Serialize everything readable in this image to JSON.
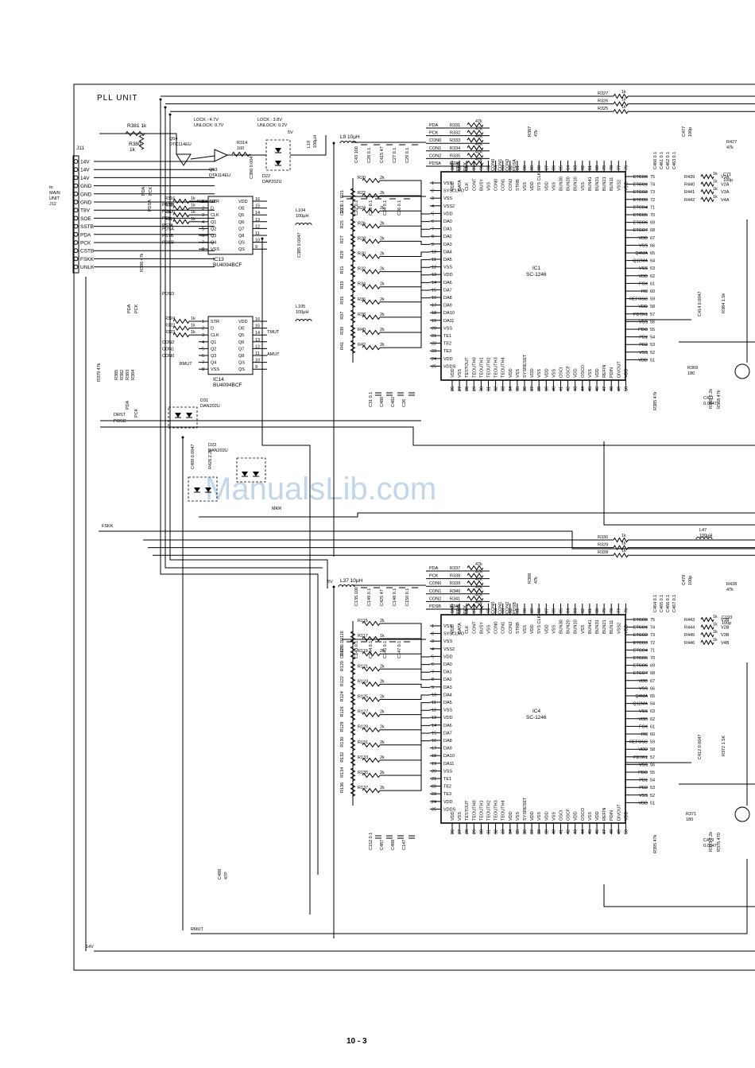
{
  "title": "PLL UNIT",
  "page_number": "10 - 3",
  "watermark": "ManualsLib.com",
  "connector": {
    "ref": "J11",
    "note": [
      "to",
      "MAIN",
      "UNIT",
      "J12"
    ],
    "pins": [
      "14V",
      "14V",
      "14V",
      "GND",
      "GND",
      "GND",
      "T8V",
      "SOE",
      "SSTB",
      "PDA",
      "PCK",
      "CSTB",
      "FSKK",
      "UNLK"
    ]
  },
  "top_resistors": [
    {
      "ref": "R327",
      "val": "1k"
    },
    {
      "ref": "R326",
      "val": "1k"
    },
    {
      "ref": "R325",
      "val": "1k"
    }
  ],
  "bottom_resistors": [
    {
      "ref": "R330",
      "val": "1k"
    },
    {
      "ref": "R329",
      "val": "1k"
    },
    {
      "ref": "R328",
      "val": "1k"
    }
  ],
  "lock_labels": {
    "q54": [
      "LOCK : 4.7V",
      "UNLOCK: 0.7V"
    ],
    "d22": [
      "LOCK : 3.8V",
      "UNLOCK: 0.2V",
      "5V"
    ]
  },
  "transistors": [
    {
      "ref": "Q54",
      "part": "DTC114EU"
    },
    {
      "ref": "Q53",
      "part": "DTA114EU"
    }
  ],
  "misc_parts": {
    "r381": "R381 1k",
    "r380": "R380",
    "r380v": "1k",
    "r314": "R314",
    "r314v": "100",
    "c386": "C386 0.0047",
    "d22": "D22",
    "d22p": "DAP202U",
    "l19": "L19",
    "l19v": "100µH",
    "l9": "L9 10µH",
    "r387": "R387",
    "r387v": "47k",
    "c477": "C477",
    "c477v": "100p",
    "r427": "R427",
    "r427v": "47k",
    "c71": "C71",
    "c71v": "100p",
    "l104": "L104",
    "l104v": "100µH",
    "l105": "L105",
    "l105v": "100µH",
    "c385": "C385 0.0047",
    "d31": "D31",
    "d31p": "DAN202U",
    "d23": "D23",
    "d23p": "DAN202U",
    "c489": "C489 0.0047",
    "r426": "R426 2.2k",
    "l47": "L47",
    "l47v": "100µH",
    "r388": "R388",
    "r388v": "47k",
    "c479": "C479",
    "c479v": "100p",
    "r428": "R428",
    "r428v": "47k",
    "l37": "L37 10µH",
    "c193": "C193",
    "c193v": "100p",
    "c498": "C498",
    "c498v": "47P",
    "r386": "R386 47k",
    "r379": "R379 47k",
    "r369": "R369 180",
    "c411": "C411 0.0047",
    "r371": "R371 180",
    "c419": "C419 0.0047",
    "r318": "R318 47k",
    "five_v": "5V"
  },
  "nets": {
    "pdsd": "PDSD",
    "pdsa": "PDSA",
    "pda": "PDA",
    "pck": "PCK",
    "bmut": "BMUT",
    "amut": "AMUT",
    "tmut": "TMUT",
    "rmut": "RMUT",
    "drst": "DRST",
    "posc": "POSC",
    "mkr": "MKR",
    "fskk": "FSKK",
    "v14": "14V",
    "v5": "5V"
  },
  "ic13": {
    "ref": "IC13",
    "part": "BU4094BCF",
    "left_pins": [
      {
        "n": "1",
        "name": "STR",
        "sig": "PSTB",
        "r": "R316 1k"
      },
      {
        "n": "2",
        "name": "D",
        "sig": "PDA",
        "r": "R321 1k"
      },
      {
        "n": "3",
        "name": "CLK",
        "sig": "PCK",
        "r": "R320 1k"
      },
      {
        "n": "4",
        "name": "Q1",
        "sig": "PSTA",
        "r": "R319 1k"
      },
      {
        "n": "5",
        "name": "Q2",
        "sig": "PDSA",
        "r": ""
      },
      {
        "n": "6",
        "name": "Q3",
        "sig": "PSTB",
        "r": ""
      },
      {
        "n": "7",
        "name": "Q4",
        "sig": "PDSB",
        "r": ""
      },
      {
        "n": "8",
        "name": "VSS",
        "sig": "",
        "r": ""
      }
    ],
    "right_pins": [
      {
        "n": "16",
        "name": "VDD"
      },
      {
        "n": "15",
        "name": "OE"
      },
      {
        "n": "14",
        "name": "Q5"
      },
      {
        "n": "13",
        "name": "Q6"
      },
      {
        "n": "12",
        "name": "Q7"
      },
      {
        "n": "11",
        "name": "Q8"
      },
      {
        "n": "10",
        "name": "QS"
      },
      {
        "n": "9",
        "name": "QS"
      }
    ]
  },
  "ic14": {
    "ref": "IC14",
    "part": "BU4094BCF",
    "left_pins": [
      {
        "n": "1",
        "name": "STR",
        "sig": "",
        "r": "R324 1k"
      },
      {
        "n": "2",
        "name": "D",
        "sig": "",
        "r": "R322 1k"
      },
      {
        "n": "3",
        "name": "CLK",
        "sig": "",
        "r": "R323 1k"
      },
      {
        "n": "4",
        "name": "Q1",
        "sig": "CON2",
        "r": ""
      },
      {
        "n": "5",
        "name": "Q2",
        "sig": "CON1",
        "r": ""
      },
      {
        "n": "6",
        "name": "Q3",
        "sig": "CON0",
        "r": ""
      },
      {
        "n": "7",
        "name": "Q4",
        "sig": "",
        "r": ""
      },
      {
        "n": "8",
        "name": "VSS",
        "sig": "",
        "r": ""
      }
    ],
    "right_pins": [
      {
        "n": "16",
        "name": "VDD"
      },
      {
        "n": "15",
        "name": "OE"
      },
      {
        "n": "14",
        "name": "Q5"
      },
      {
        "n": "13",
        "name": "Q6"
      },
      {
        "n": "12",
        "name": "Q7"
      },
      {
        "n": "11",
        "name": "Q8"
      },
      {
        "n": "10",
        "name": "QS"
      },
      {
        "n": "9",
        "name": "QS"
      }
    ]
  },
  "ic1": {
    "ref": "IC1",
    "part": "SC-1246",
    "input_resistors": [
      {
        "ref": "R331",
        "val": "47k",
        "sig": "PDA"
      },
      {
        "ref": "R332",
        "val": "47k",
        "sig": "PCK"
      },
      {
        "ref": "R333",
        "val": "47k",
        "sig": "CON0"
      },
      {
        "ref": "R334",
        "val": "47k",
        "sig": "CON1"
      },
      {
        "ref": "R335",
        "val": "47k",
        "sig": "CON2"
      },
      {
        "ref": "R336",
        "val": "47k",
        "sig": "PDSA"
      }
    ],
    "top_labels": [
      "PDA",
      "PCK",
      "CON0",
      "CON1",
      "CON2",
      "PDSA"
    ],
    "da_resistors": [
      {
        "ref": "R20",
        "val": "2k"
      },
      {
        "ref": "R22",
        "val": "2k"
      },
      {
        "ref": "R24",
        "val": "2k"
      },
      {
        "ref": "R26",
        "val": "2k"
      },
      {
        "ref": "R28",
        "val": "2k"
      },
      {
        "ref": "R30",
        "val": "2k"
      },
      {
        "ref": "R32",
        "val": "2k"
      },
      {
        "ref": "R34",
        "val": "2k"
      },
      {
        "ref": "R36",
        "val": "2k"
      },
      {
        "ref": "R38",
        "val": "2k"
      },
      {
        "ref": "R40",
        "val": "2k"
      },
      {
        "ref": "R42",
        "val": "2k"
      }
    ],
    "side_resistors": [
      "R21",
      "R23",
      "R25",
      "R27",
      "R29",
      "R31",
      "R33",
      "R35",
      "R37",
      "R39",
      "R41"
    ],
    "caps": [
      "C43 100",
      "C28 0.1",
      "C415 47",
      "C27 0.1",
      "C29 0.1",
      "C21 0.1",
      "C22 0.1",
      "C23 0.1",
      "C24 0.1",
      "C26 0.1",
      "C31 0.1",
      "C480",
      "C482",
      "C26"
    ],
    "right_out_resistors": [
      {
        "ref": "R439",
        "val": "1k",
        "sig": "V1A"
      },
      {
        "ref": "R440",
        "val": "1k",
        "sig": "V2A"
      },
      {
        "ref": "R441",
        "val": "1k",
        "sig": "V3A"
      },
      {
        "ref": "R442",
        "val": "1k",
        "sig": "V4A"
      }
    ],
    "right_caps": [
      "C460 0.1",
      "C461 0.1",
      "C462 0.1",
      "C463 0.1"
    ],
    "extra_parts": {
      "r385": "R385 47k",
      "r384": "R384 1.5k",
      "r365": "R365 2.2k",
      "r368": "R368 47k",
      "c414": "C414 0.0047"
    }
  },
  "ic4": {
    "ref": "IC4",
    "part": "SC-1246",
    "input_resistors": [
      {
        "ref": "R337",
        "val": "47k",
        "sig": "PDA"
      },
      {
        "ref": "R338",
        "val": "47k",
        "sig": "PCK"
      },
      {
        "ref": "R339",
        "val": "47k",
        "sig": "CON0"
      },
      {
        "ref": "R340",
        "val": "47k",
        "sig": "CON1"
      },
      {
        "ref": "R341",
        "val": "47k",
        "sig": "CON2"
      },
      {
        "ref": "R342",
        "val": "47k",
        "sig": "PDSB"
      }
    ],
    "top_labels": [
      "PDA",
      "PCK",
      "CON0",
      "CON1",
      "CON2",
      "PDSB"
    ],
    "da_resistors": [
      {
        "ref": "R115",
        "val": "2k"
      },
      {
        "ref": "R117",
        "val": "1k"
      },
      {
        "ref": "R119",
        "val": "2k"
      },
      {
        "ref": "R121",
        "val": "2k"
      },
      {
        "ref": "R123",
        "val": "2k"
      },
      {
        "ref": "R125",
        "val": "2k"
      },
      {
        "ref": "R127",
        "val": "2k"
      },
      {
        "ref": "R129",
        "val": "2k"
      },
      {
        "ref": "R131",
        "val": "2k"
      },
      {
        "ref": "R133",
        "val": "2k"
      },
      {
        "ref": "R135",
        "val": "2k"
      },
      {
        "ref": "R137",
        "val": "2k"
      }
    ],
    "side_resistors": [
      "R116",
      "R118",
      "R120",
      "R122",
      "R124",
      "R126",
      "R128",
      "R130",
      "R132",
      "R134",
      "R136"
    ],
    "caps": [
      "C135 100",
      "C149 0.1",
      "C425 47",
      "C148 0.1",
      "C150 0.1",
      "C142 0.1",
      "C143 0.1",
      "C144 0.1",
      "C145 0.1",
      "C147 0.1",
      "C152 0.1",
      "C487",
      "C488",
      "C147"
    ],
    "right_out_resistors": [
      {
        "ref": "R443",
        "val": "1k",
        "sig": "V1B"
      },
      {
        "ref": "R444",
        "val": "1k",
        "sig": "V2B"
      },
      {
        "ref": "R445",
        "val": "1k",
        "sig": "V3B"
      },
      {
        "ref": "R446",
        "val": "1k",
        "sig": "V4B"
      }
    ],
    "right_caps": [
      "C464 0.1",
      "C465 0.1",
      "C466 0.1",
      "C467 0.1"
    ],
    "extra_parts": {
      "r385": "R395 47k",
      "r384": "R372 1.5K",
      "r365": "R373 2.2k",
      "r368": "R376 470",
      "c414": "C412 0.0047"
    }
  },
  "sc1246": {
    "left_pins": [
      {
        "n": "1",
        "name": "VSS"
      },
      {
        "n": "2",
        "name": "SYSCLKO"
      },
      {
        "n": "3",
        "name": "VSS"
      },
      {
        "n": "4",
        "name": "VSS2"
      },
      {
        "n": "5",
        "name": "VDD"
      },
      {
        "n": "6",
        "name": "DA0"
      },
      {
        "n": "7",
        "name": "DA1"
      },
      {
        "n": "8",
        "name": "DA2"
      },
      {
        "n": "9",
        "name": "DA3"
      },
      {
        "n": "10",
        "name": "DA4"
      },
      {
        "n": "11",
        "name": "DA5"
      },
      {
        "n": "12",
        "name": "VSS"
      },
      {
        "n": "13",
        "name": "VDD"
      },
      {
        "n": "14",
        "name": "DA6"
      },
      {
        "n": "15",
        "name": "DA7"
      },
      {
        "n": "16",
        "name": "DA8"
      },
      {
        "n": "17",
        "name": "DA9"
      },
      {
        "n": "18",
        "name": "DA10"
      },
      {
        "n": "19",
        "name": "DA11"
      },
      {
        "n": "20",
        "name": "VSS"
      },
      {
        "n": "21",
        "name": "TE1"
      },
      {
        "n": "22",
        "name": "TE2"
      },
      {
        "n": "23",
        "name": "TE3"
      },
      {
        "n": "24",
        "name": "VDD"
      },
      {
        "n": "25",
        "name": "VDDS"
      }
    ],
    "right_pins": [
      {
        "n": "75",
        "name": "ETCO0"
      },
      {
        "n": "74",
        "name": "ETCO1"
      },
      {
        "n": "73",
        "name": "ETCO2"
      },
      {
        "n": "72",
        "name": "ETCO3"
      },
      {
        "n": "71",
        "name": "ETCO4"
      },
      {
        "n": "70",
        "name": "ETCO5"
      },
      {
        "n": "69",
        "name": "ETCO6"
      },
      {
        "n": "68",
        "name": "ETCO7"
      },
      {
        "n": "67",
        "name": "VDD"
      },
      {
        "n": "66",
        "name": "VSS"
      },
      {
        "n": "65",
        "name": "Q4MA"
      },
      {
        "n": "64",
        "name": "Q12MA"
      },
      {
        "n": "63",
        "name": "VSS"
      },
      {
        "n": "62",
        "name": "VDD"
      },
      {
        "n": "61",
        "name": "FCK"
      },
      {
        "n": "60",
        "name": "RC"
      },
      {
        "n": "59",
        "name": "REFOSC"
      },
      {
        "n": "58",
        "name": "VDD"
      },
      {
        "n": "57",
        "name": "PDTR1"
      },
      {
        "n": "56",
        "name": "VSS"
      },
      {
        "n": "55",
        "name": "PDO"
      },
      {
        "n": "54",
        "name": "PD1"
      },
      {
        "n": "53",
        "name": "PD2"
      },
      {
        "n": "52",
        "name": "VSS"
      },
      {
        "n": "51",
        "name": "VDD"
      }
    ],
    "top_pins": [
      {
        "n": "100",
        "name": "VDD"
      },
      {
        "n": "99",
        "name": "DATA"
      },
      {
        "n": "98",
        "name": "CLK"
      },
      {
        "n": "97",
        "name": "CONT"
      },
      {
        "n": "96",
        "name": "BUSY"
      },
      {
        "n": "95",
        "name": "VSS"
      },
      {
        "n": "94",
        "name": "CON0"
      },
      {
        "n": "93",
        "name": "CON1"
      },
      {
        "n": "92",
        "name": "CON2"
      },
      {
        "n": "91",
        "name": "STRB"
      },
      {
        "n": "90",
        "name": "VSS"
      },
      {
        "n": "89",
        "name": "VDD"
      },
      {
        "n": "88",
        "name": "SYS CLK"
      },
      {
        "n": "87",
        "name": "VDD"
      },
      {
        "n": "86",
        "name": "VSS"
      },
      {
        "n": "85",
        "name": "BUN30"
      },
      {
        "n": "84",
        "name": "BUN20"
      },
      {
        "n": "83",
        "name": "BUN10"
      },
      {
        "n": "82",
        "name": "VSS"
      },
      {
        "n": "81",
        "name": "BUN41"
      },
      {
        "n": "80",
        "name": "BUN31"
      },
      {
        "n": "79",
        "name": "BUN21"
      },
      {
        "n": "78",
        "name": "BUN11"
      },
      {
        "n": "77",
        "name": "VSS2"
      },
      {
        "n": "76",
        "name": "VDD"
      }
    ],
    "bottom_pins": [
      {
        "n": "26",
        "name": "VDD"
      },
      {
        "n": "27",
        "name": "VSS"
      },
      {
        "n": "28",
        "name": "TESTOUT"
      },
      {
        "n": "29",
        "name": "TEOUTH0"
      },
      {
        "n": "30",
        "name": "TEOUTH1"
      },
      {
        "n": "31",
        "name": "TEOUTH2"
      },
      {
        "n": "32",
        "name": "TEOUTH3"
      },
      {
        "n": "33",
        "name": "TEOUTH4"
      },
      {
        "n": "34",
        "name": "VDD"
      },
      {
        "n": "35",
        "name": "VSS"
      },
      {
        "n": "36",
        "name": "SYSRESET"
      },
      {
        "n": "37",
        "name": "VDD"
      },
      {
        "n": "38",
        "name": "VSS"
      },
      {
        "n": "39",
        "name": "VDD"
      },
      {
        "n": "40",
        "name": "VSS"
      },
      {
        "n": "41",
        "name": "OSCI"
      },
      {
        "n": "42",
        "name": "OSCF"
      },
      {
        "n": "43",
        "name": "VDD"
      },
      {
        "n": "44",
        "name": "OSCO"
      },
      {
        "n": "45",
        "name": "VSS"
      },
      {
        "n": "46",
        "name": "VDD"
      },
      {
        "n": "47",
        "name": "REFIN"
      },
      {
        "n": "48",
        "name": "PDIN"
      },
      {
        "n": "49",
        "name": "DIVOUT"
      },
      {
        "n": "50",
        "name": "VDD"
      }
    ]
  }
}
